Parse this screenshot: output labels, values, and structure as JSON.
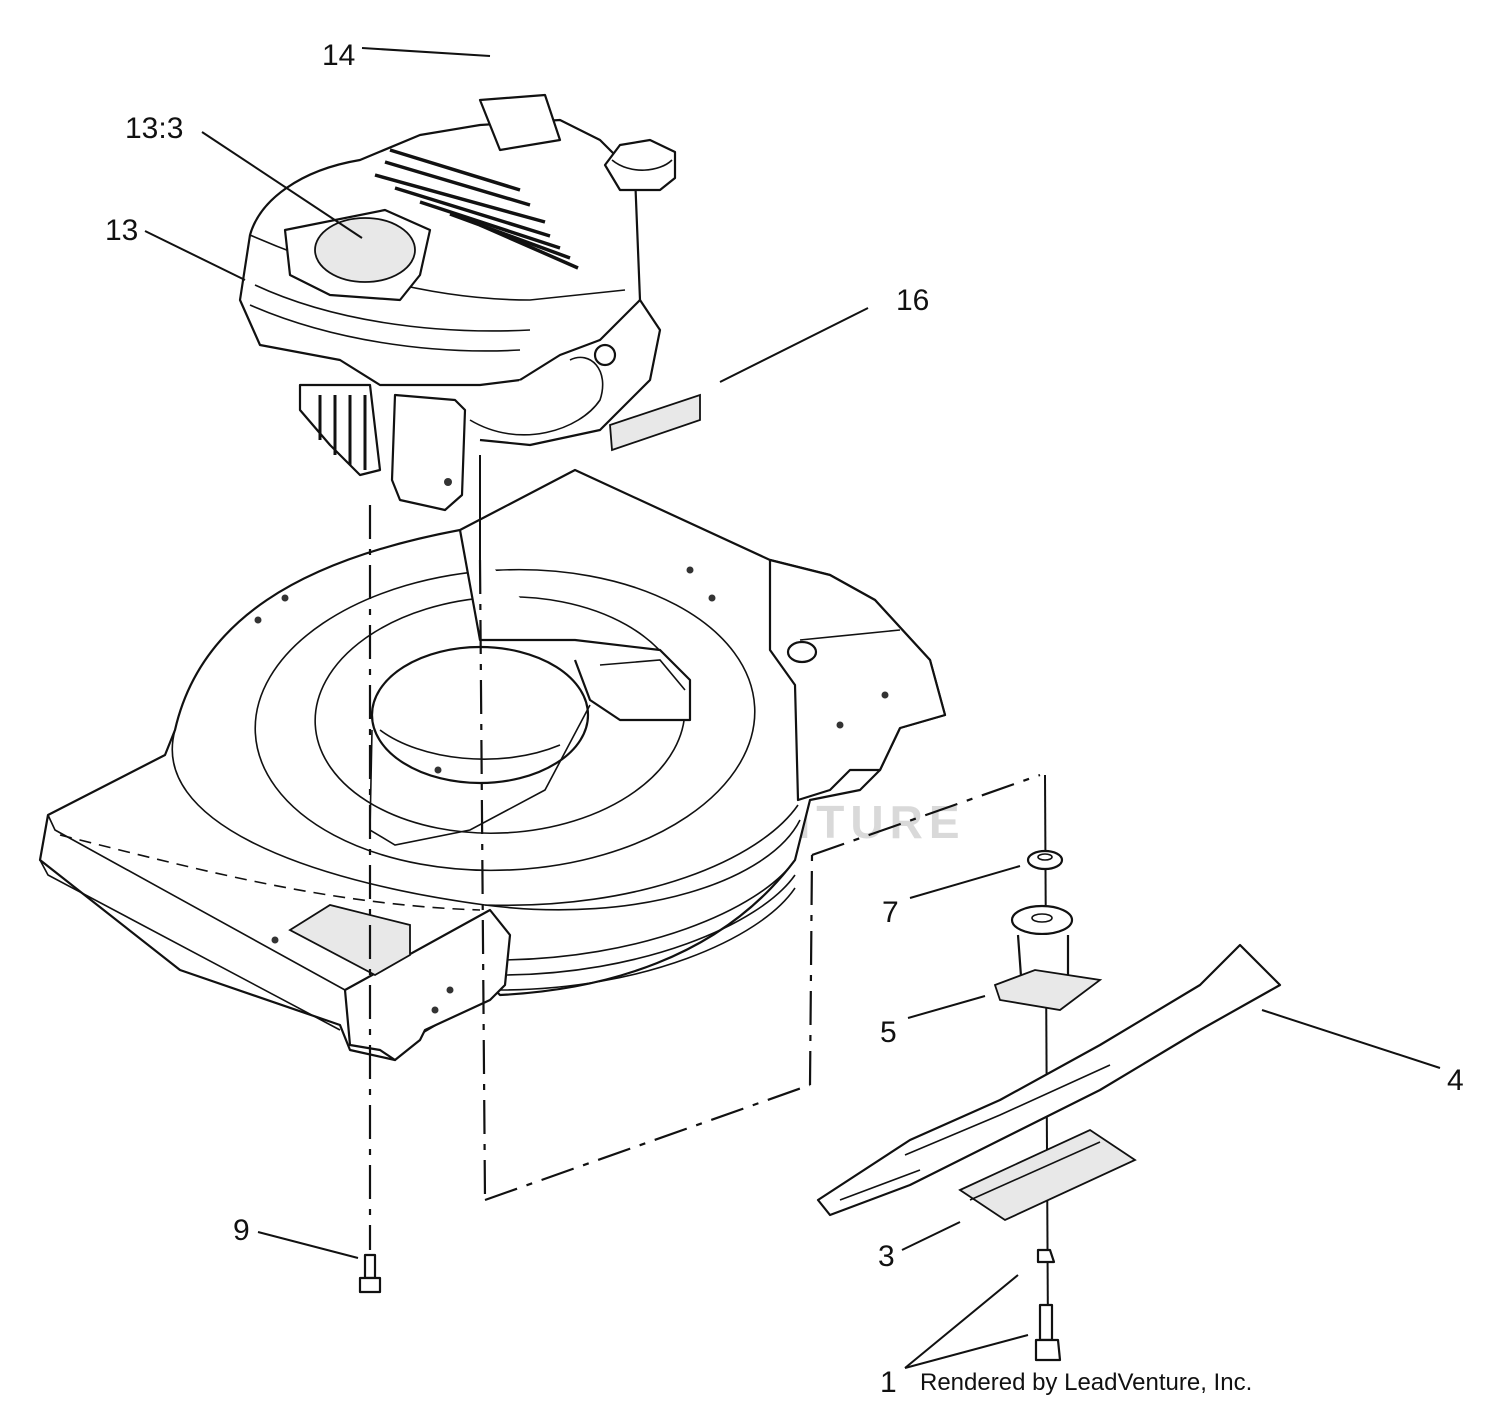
{
  "diagram": {
    "callouts": [
      {
        "id": "14",
        "text": "14"
      },
      {
        "id": "13-3",
        "text": "13:3"
      },
      {
        "id": "13",
        "text": "13"
      },
      {
        "id": "16",
        "text": "16"
      },
      {
        "id": "7",
        "text": "7"
      },
      {
        "id": "5",
        "text": "5"
      },
      {
        "id": "4",
        "text": "4"
      },
      {
        "id": "9",
        "text": "9"
      },
      {
        "id": "3",
        "text": "3"
      },
      {
        "id": "1",
        "text": "1"
      }
    ],
    "credit": "Rendered by LeadVenture, Inc.",
    "watermark": "LEADVENTURE"
  }
}
